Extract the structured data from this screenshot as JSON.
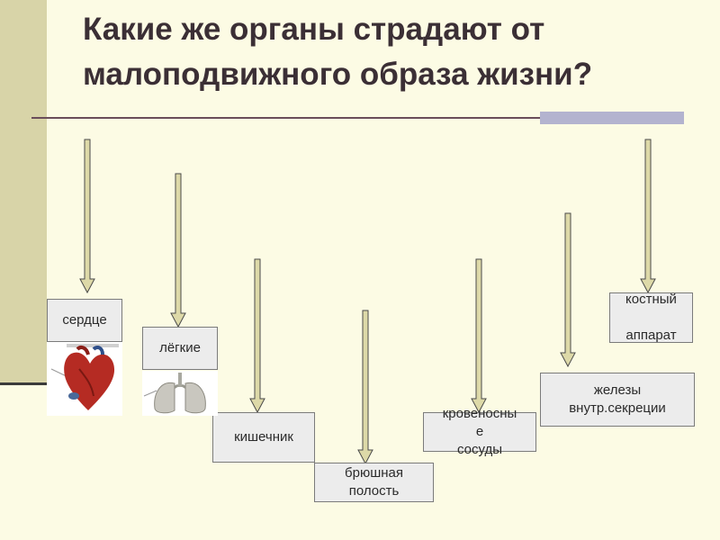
{
  "title": "Какие же органы страдают от малоподвижного образа жизни?",
  "organs": [
    {
      "id": "heart",
      "label": "сердце"
    },
    {
      "id": "lungs",
      "label": "лёгкие"
    },
    {
      "id": "intestine",
      "label": "кишечник"
    },
    {
      "id": "abdominal",
      "label": "брюшная\nполость"
    },
    {
      "id": "vessels",
      "label": "кровеносны\nе\nсосуды"
    },
    {
      "id": "glands",
      "label": "железы\nвнутр.секреции"
    },
    {
      "id": "skeleton",
      "label": "костный\n\nаппарат"
    }
  ],
  "colors": {
    "background": "#fcfbe4",
    "side_band": "#d8d4a8",
    "title_text": "#3b2f35",
    "arrow_fill": "#ddd9a8",
    "box_fill": "#ececec",
    "accent_bar": "#b3b3cf"
  }
}
